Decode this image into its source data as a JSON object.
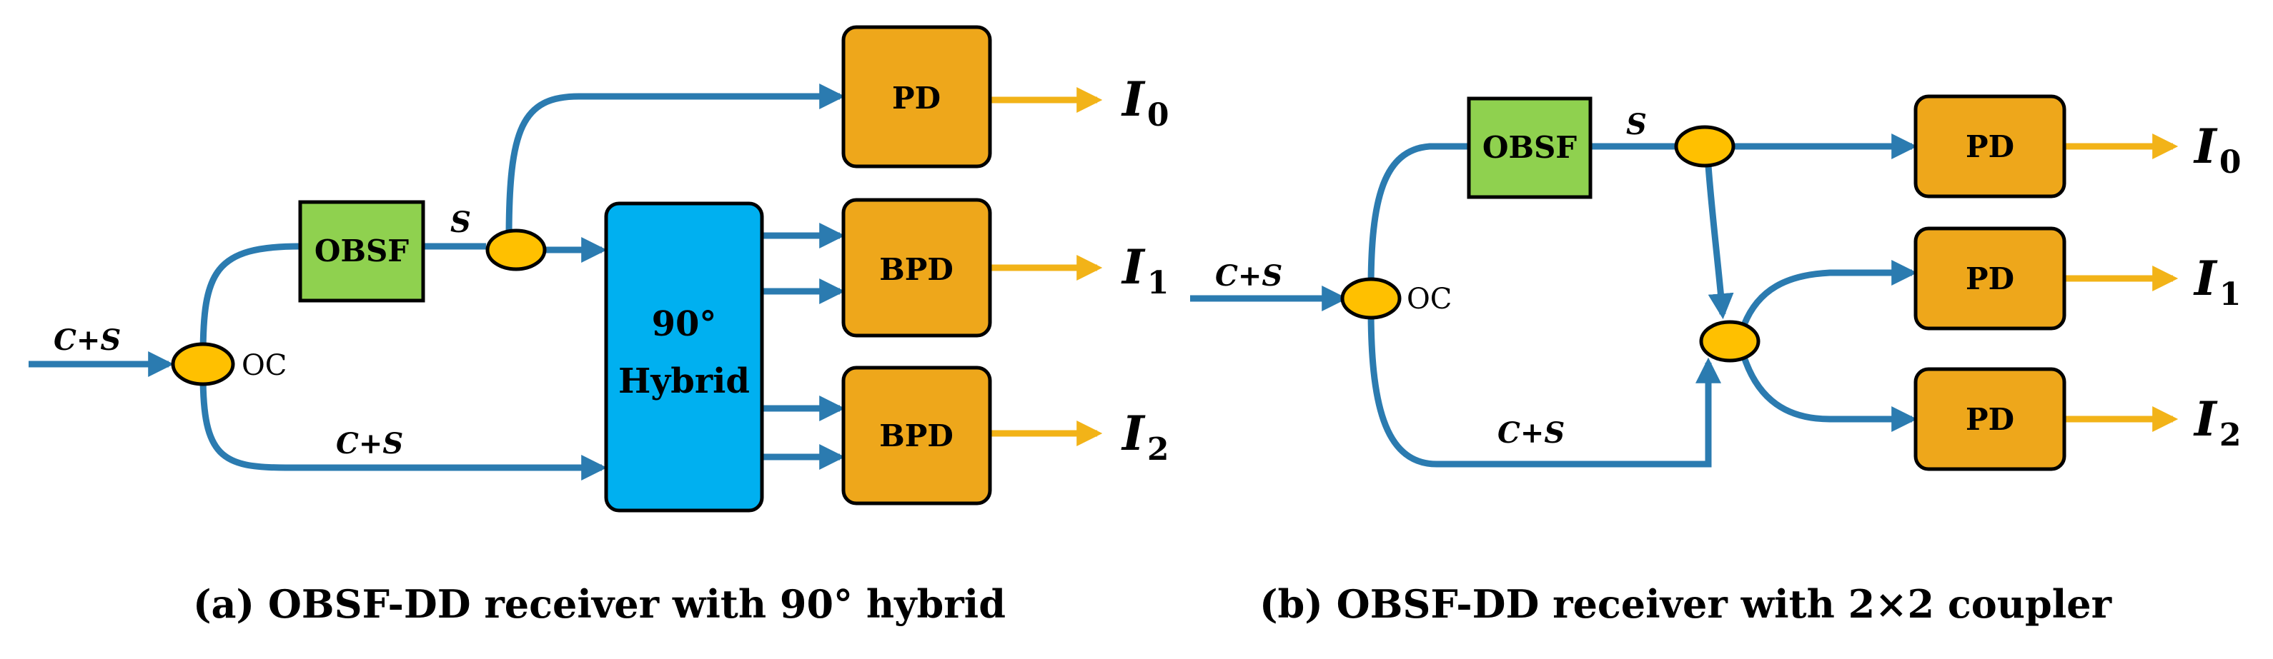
{
  "panel_a": {
    "input_label": "C+S",
    "oc_label": "OC",
    "obsf_label": "OBSF",
    "s_label": "S",
    "lower_label": "C+S",
    "hybrid_label_line1": "90°",
    "hybrid_label_line2": "Hybrid",
    "pd_label": "PD",
    "bpd1_label": "BPD",
    "bpd2_label": "BPD",
    "out0_main": "I",
    "out0_sub": "0",
    "out1_main": "I",
    "out1_sub": "1",
    "out2_main": "I",
    "out2_sub": "2",
    "caption": "(a) OBSF-DD receiver with 90° hybrid"
  },
  "panel_b": {
    "input_label": "C+S",
    "oc_label": "OC",
    "obsf_label": "OBSF",
    "s_label": "S",
    "lower_label": "C+S",
    "pd0_label": "PD",
    "pd1_label": "PD",
    "pd2_label": "PD",
    "out0_main": "I",
    "out0_sub": "0",
    "out1_main": "I",
    "out1_sub": "1",
    "out2_main": "I",
    "out2_sub": "2",
    "caption": "(b) OBSF-DD receiver with 2×2 coupler"
  },
  "colors": {
    "fiber": "#2b7bb0",
    "electrical": "#f2b318",
    "detector_fill": "#eea71b",
    "filter_fill": "#8fd14f",
    "hybrid_fill": "#00b0f0",
    "coupler_fill": "#ffc000"
  }
}
